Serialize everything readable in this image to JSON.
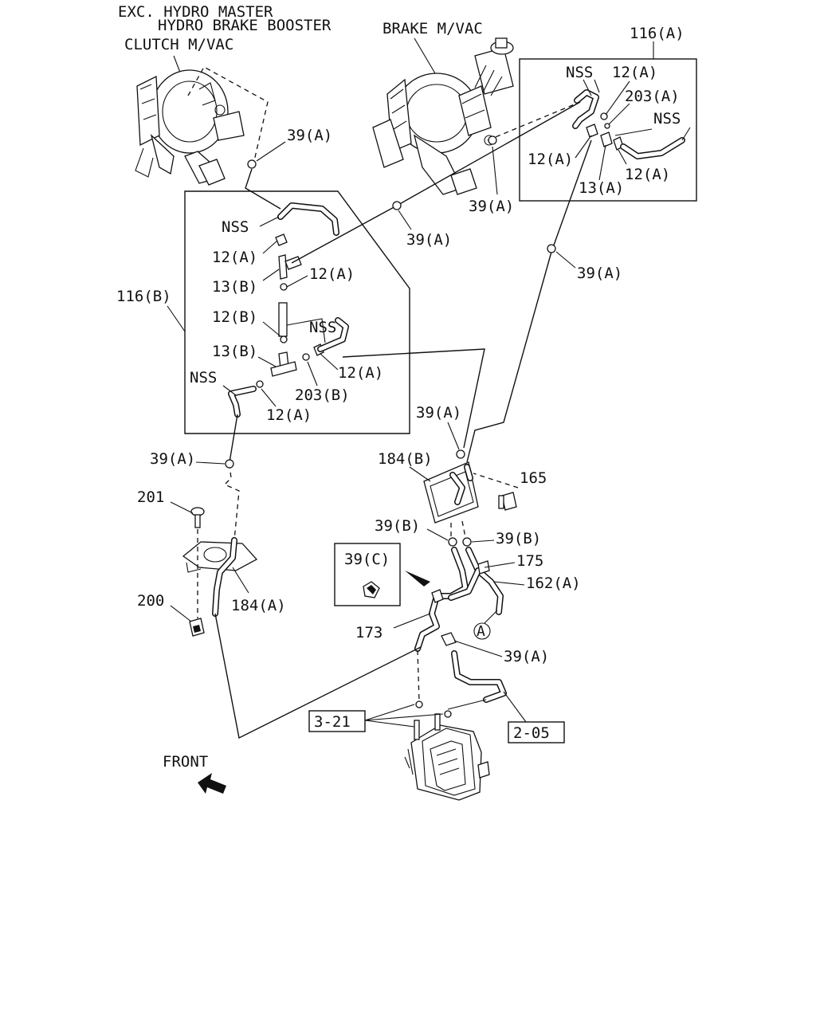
{
  "title_lines": [
    "EXC. HYDRO MASTER",
    "HYDRO BRAKE BOOSTER"
  ],
  "components": {
    "clutch": "CLUTCH M/VAC",
    "brake": "BRAKE M/VAC",
    "front": "FRONT"
  },
  "labels": {
    "p116a": "116(A)",
    "p116b": "116(B)",
    "nss": "NSS",
    "p12a": "12(A)",
    "p12b": "12(B)",
    "p13a": "13(A)",
    "p13b": "13(B)",
    "p203a": "203(A)",
    "p203b": "203(B)",
    "p39a": "39(A)",
    "p39b": "39(B)",
    "p39c": "39(C)",
    "p184a": "184(A)",
    "p184b": "184(B)",
    "p165": "165",
    "p175": "175",
    "p162a": "162(A)",
    "p173": "173",
    "p201": "201",
    "p200": "200",
    "ref_321": "3-21",
    "ref_205": "2-05",
    "circle_a": "A"
  }
}
